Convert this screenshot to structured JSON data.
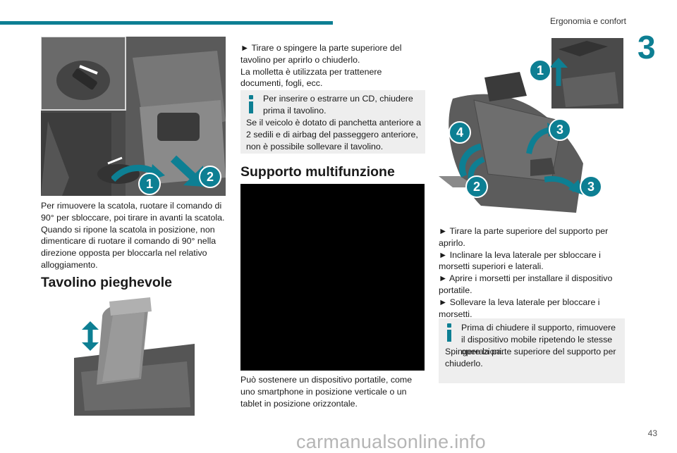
{
  "header": {
    "section_title": "Ergonomia e confort",
    "chapter_number": "3"
  },
  "footer": {
    "page_number": "43",
    "watermark": "carmanualsonline.info"
  },
  "col1": {
    "figure_box": {
      "callouts": [
        "1",
        "2"
      ]
    },
    "box_paragraph": "Per rimuovere la scatola, ruotare il comando di 90° per sbloccare, poi tirare in avanti la scatola. Quando si ripone la scatola in posizione, non dimenticare di ruotare il comando di 90° nella direzione opposta per bloccarla nel relativo alloggiamento.",
    "table_heading": "Tavolino pieghevole"
  },
  "col2": {
    "table_steps": "► Tirare o spingere la parte superiore del tavolino per aprirlo o chiuderlo.",
    "table_clip": "La molletta è utilizzata per trattenere documenti, fogli, ecc.",
    "note1_line1": "Per inserire o estrarre un CD, chiudere prima il tavolino.",
    "note1_line2": "Se il veicolo è dotato di panchetta anteriore a 2 sedili e di airbag del passeggero anteriore, non è possibile sollevare il tavolino.",
    "support_heading": "Supporto multifunzione",
    "support_paragraph": "Può sostenere un dispositivo portatile, come uno smartphone in posizione verticale o un tablet in posizione orizzontale."
  },
  "col3": {
    "figure_support": {
      "callouts": [
        "1",
        "2",
        "3",
        "3",
        "4"
      ]
    },
    "step1": "► Tirare la parte superiore del supporto per aprirlo.",
    "step2": "► Inclinare la leva laterale per sbloccare i morsetti superiori e laterali.",
    "step3": "► Aprire i morsetti per installare il dispositivo portatile.",
    "step4": "► Sollevare la leva laterale per bloccare i morsetti.",
    "note2_line1": "Prima di chiudere il supporto, rimuovere il dispositivo mobile ripetendo le stesse operazioni.",
    "note2_line2": "Spingere la parte superiore del supporto per chiuderlo."
  },
  "colors": {
    "accent": "#0d7f93",
    "note_bg": "#eeeeee",
    "figure_dark": "#2a2a2a"
  },
  "icons": [
    "info-icon",
    "arrow-icon"
  ]
}
